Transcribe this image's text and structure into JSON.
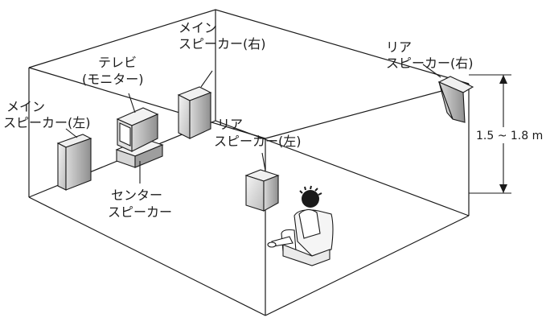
{
  "labels": {
    "main_speaker_left": [
      "メイン",
      "スピーカー(左)"
    ],
    "tv_monitor": [
      "テレビ",
      "(モニター)"
    ],
    "main_speaker_right": [
      "メイン",
      "スピーカー(右)"
    ],
    "rear_speaker_right": [
      "リア",
      "スピーカー(右)"
    ],
    "rear_speaker_left": [
      "リア",
      "スピーカー(左)"
    ],
    "center_speaker": [
      "センター",
      "スピーカー"
    ],
    "height_dimension": "1.5 ~ 1.8 m"
  },
  "colors": {
    "line": "#1a1a1a",
    "speaker_face": "#e8e8e8",
    "speaker_side": "#a9a9a9"
  }
}
